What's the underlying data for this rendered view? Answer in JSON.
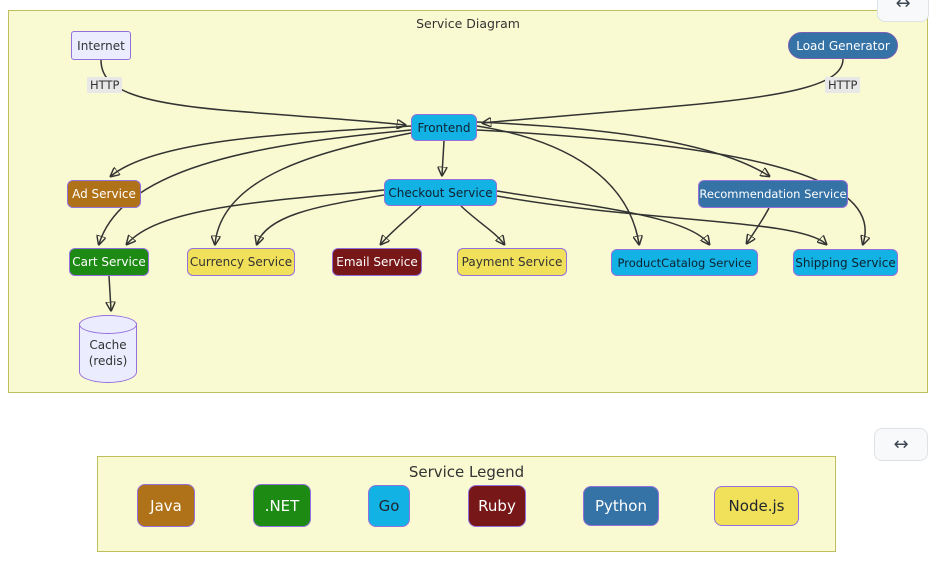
{
  "service_diagram": {
    "title": "Service Diagram",
    "panel_bg": "#fafad2",
    "panel_border": "#bfbf60",
    "node_border_color": "#9370db",
    "edge_color": "#333333",
    "nodes": {
      "internet": {
        "label": "Internet",
        "bg": "#ececff",
        "fg": "#333333"
      },
      "load_generator": {
        "label": "Load Generator",
        "bg": "#3572a5",
        "fg": "#ffffff"
      },
      "frontend": {
        "label": "Frontend",
        "bg": "#12b2e4",
        "fg": "#0d2230"
      },
      "ad_service": {
        "label": "Ad Service",
        "bg": "#b07219",
        "fg": "#ffffff"
      },
      "checkout_service": {
        "label": "Checkout Service",
        "bg": "#12b2e4",
        "fg": "#0d2230"
      },
      "recommendation_service": {
        "label": "Recommendation Service",
        "bg": "#3572a5",
        "fg": "#ffffff"
      },
      "cart_service": {
        "label": "Cart Service",
        "bg": "#1d8a14",
        "fg": "#ffffff"
      },
      "currency_service": {
        "label": "Currency Service",
        "bg": "#f1e05a",
        "fg": "#333333"
      },
      "email_service": {
        "label": "Email Service",
        "bg": "#771717",
        "fg": "#ffffff"
      },
      "payment_service": {
        "label": "Payment Service",
        "bg": "#f1e05a",
        "fg": "#333333"
      },
      "productcatalog_service": {
        "label": "ProductCatalog Service",
        "bg": "#12b2e4",
        "fg": "#0d2230"
      },
      "shipping_service": {
        "label": "Shipping Service",
        "bg": "#12b2e4",
        "fg": "#0d2230"
      },
      "cache": {
        "label_line1": "Cache",
        "label_line2": "(redis)",
        "bg": "#ececff",
        "fg": "#333333"
      }
    },
    "edges": [
      {
        "from": "Internet",
        "to": "Frontend",
        "label": "HTTP"
      },
      {
        "from": "Load Generator",
        "to": "Frontend",
        "label": "HTTP"
      },
      {
        "from": "Frontend",
        "to": "Checkout Service"
      },
      {
        "from": "Frontend",
        "to": "Ad Service"
      },
      {
        "from": "Frontend",
        "to": "Cart Service"
      },
      {
        "from": "Frontend",
        "to": "Currency Service"
      },
      {
        "from": "Frontend",
        "to": "Recommendation Service"
      },
      {
        "from": "Frontend",
        "to": "ProductCatalog Service"
      },
      {
        "from": "Frontend",
        "to": "Shipping Service"
      },
      {
        "from": "Checkout Service",
        "to": "Cart Service"
      },
      {
        "from": "Checkout Service",
        "to": "Currency Service"
      },
      {
        "from": "Checkout Service",
        "to": "Email Service"
      },
      {
        "from": "Checkout Service",
        "to": "Payment Service"
      },
      {
        "from": "Checkout Service",
        "to": "ProductCatalog Service"
      },
      {
        "from": "Checkout Service",
        "to": "Shipping Service"
      },
      {
        "from": "Recommendation Service",
        "to": "ProductCatalog Service"
      },
      {
        "from": "Cart Service",
        "to": "Cache (redis)"
      }
    ]
  },
  "legend": {
    "title": "Service Legend",
    "items": [
      {
        "label": "Java",
        "bg": "#b07219",
        "fg": "#ffffff"
      },
      {
        "label": ".NET",
        "bg": "#1d8a14",
        "fg": "#ffffff"
      },
      {
        "label": "Go",
        "bg": "#12b2e4",
        "fg": "#20262e"
      },
      {
        "label": "Ruby",
        "bg": "#771717",
        "fg": "#ffffff"
      },
      {
        "label": "Python",
        "bg": "#3572a5",
        "fg": "#ffffff"
      },
      {
        "label": "Node.js",
        "bg": "#f1e05a",
        "fg": "#20262e"
      }
    ]
  },
  "icons": {
    "expand_glyph": "↔"
  }
}
